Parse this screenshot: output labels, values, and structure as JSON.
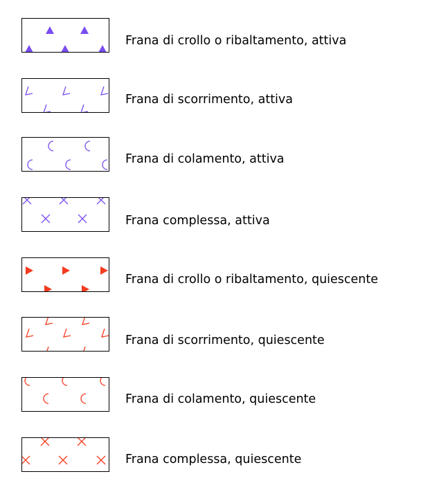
{
  "colors": {
    "attiva": "#7a4df0",
    "quiescente": "#f53b1f"
  },
  "legend": [
    {
      "label": "Frana di crollo o ribaltamento, attiva",
      "symbol": "triangle-up",
      "state": "attiva"
    },
    {
      "label": "Frana di scorrimento, attiva",
      "symbol": "scorrimento",
      "state": "attiva"
    },
    {
      "label": "Frana di colamento, attiva",
      "symbol": "colamento",
      "state": "attiva"
    },
    {
      "label": "Frana complessa, attiva",
      "symbol": "cross",
      "state": "attiva"
    },
    {
      "label": "Frana di crollo o ribaltamento, quiescente",
      "symbol": "triangle-right",
      "state": "quiescente"
    },
    {
      "label": "Frana di scorrimento, quiescente",
      "symbol": "scorrimento",
      "state": "quiescente"
    },
    {
      "label": "Frana di colamento, quiescente",
      "symbol": "colamento",
      "state": "quiescente"
    },
    {
      "label": "Frana complessa, quiescente",
      "symbol": "cross",
      "state": "quiescente"
    }
  ]
}
